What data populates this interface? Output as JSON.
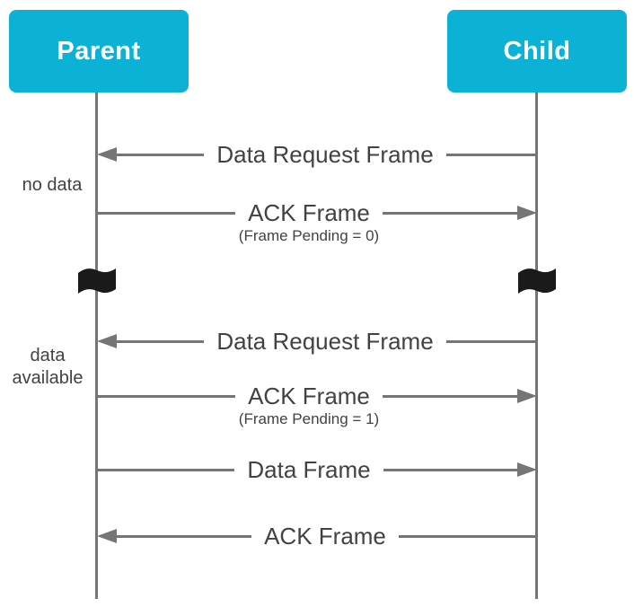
{
  "colors": {
    "node_fill": "#0CB2D5",
    "node_text": "#ffffff",
    "line": "#757575",
    "label_text": "#424242",
    "flag": "#1a1a1a"
  },
  "nodes": [
    {
      "label": "Parent"
    },
    {
      "label": "Child"
    }
  ],
  "messages": [
    {
      "label": "Data Request Frame",
      "direction": "left",
      "from": "Child",
      "to": "Parent"
    },
    {
      "label": "ACK Frame",
      "sublabel": "(Frame Pending = 0)",
      "direction": "right",
      "from": "Parent",
      "to": "Child"
    },
    {
      "label": "Data Request Frame",
      "direction": "left",
      "from": "Child",
      "to": "Parent"
    },
    {
      "label": "ACK Frame",
      "sublabel": "(Frame Pending = 1)",
      "direction": "right",
      "from": "Parent",
      "to": "Child"
    },
    {
      "label": "Data Frame",
      "direction": "right",
      "from": "Parent",
      "to": "Child"
    },
    {
      "label": "ACK Frame",
      "direction": "left",
      "from": "Child",
      "to": "Parent"
    }
  ],
  "side_notes": [
    {
      "text": "no data"
    },
    {
      "text": "data available"
    }
  ],
  "icons": [
    {
      "name": "flag-icon",
      "meaning": "time-break marker on lifeline"
    }
  ]
}
